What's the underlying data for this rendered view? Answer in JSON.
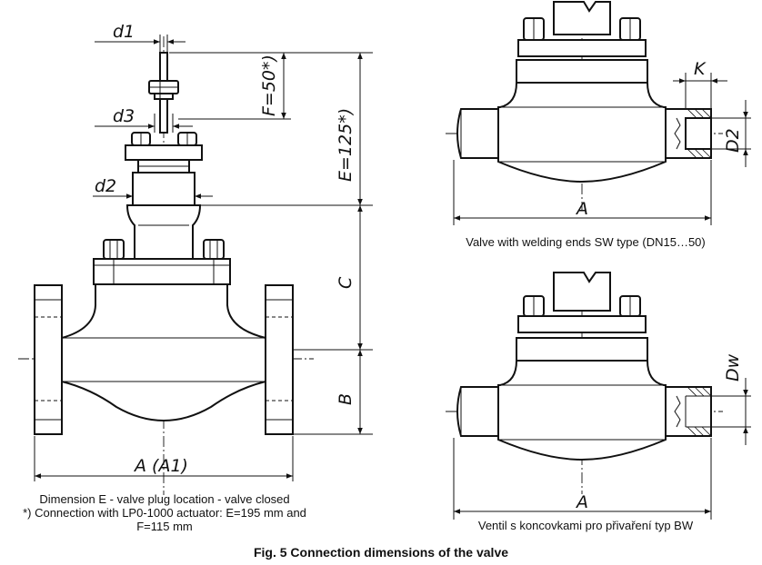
{
  "labels": {
    "d1": "d1",
    "d3": "d3",
    "d2": "d2",
    "F": "F=50*)",
    "E": "E=125*)",
    "C": "C",
    "B": "B",
    "A_A1": "A (A1)",
    "K": "K",
    "D2": "D2",
    "A_sw": "A",
    "Dw": "Dw",
    "A_bw": "A"
  },
  "captions": {
    "note_line1": "Dimension E - valve plug location - valve closed",
    "note_line2": "*) Connection with LP0-1000 actuator: E=195 mm and",
    "note_line3": "F=115 mm",
    "sw_caption": "Valve with welding ends SW type (DN15…50)",
    "bw_caption": "Ventil s koncovkami pro přivaření typ BW",
    "figure_title": "Fig. 5 Connection dimensions of the valve"
  }
}
